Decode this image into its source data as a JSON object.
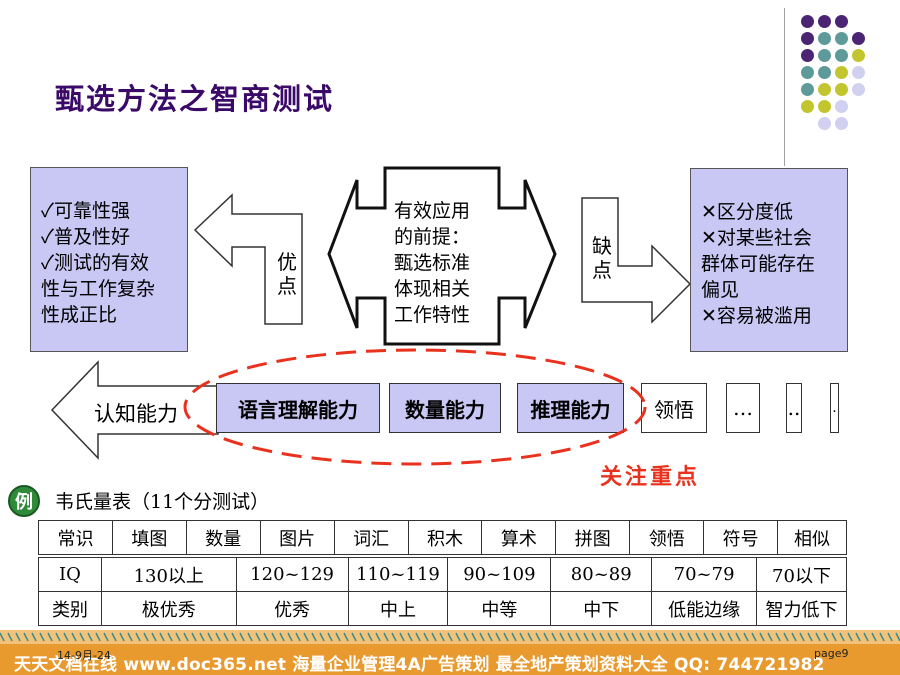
{
  "slide": {
    "title": "甄选方法之智商测试",
    "advantages": [
      "✓可靠性强",
      "✓普及性好",
      "✓测试的有效",
      "性与工作复杂",
      "性成正比"
    ],
    "advantages_arrow_label": "优\n点",
    "center_text": [
      "有效应用",
      "的前提：",
      "甄选标准",
      "体现相关",
      "工作特性"
    ],
    "disadvantages_arrow_label": "缺\n点",
    "disadvantages": [
      "✕区分度低",
      "✕对某些社会",
      "群体可能存在",
      "偏见",
      "✕容易被滥用"
    ],
    "cognitive_label": "认知能力",
    "skills": [
      "语言理解能力",
      "数量能力",
      "推理能力",
      "领悟",
      "…",
      "..",
      "."
    ],
    "focus_label": "关注重点",
    "example_icon_label": "例",
    "scale_title": "韦氏量表（11个分测试）",
    "subtests": [
      "常识",
      "填图",
      "数量",
      "图片",
      "词汇",
      "积木",
      "算术",
      "拼图",
      "领悟",
      "符号",
      "相似"
    ],
    "iq_row": [
      "IQ",
      "130以上",
      "120~129",
      "110~119",
      "90~109",
      "80~89",
      "70~79",
      "70以下"
    ],
    "category_row": [
      "类别",
      "极优秀",
      "优秀",
      "中上",
      "中等",
      "中下",
      "低能边缘",
      "智力低下"
    ]
  },
  "footer": {
    "banner": "天天文档在线  www.doc365.net 海量企业管理4A广告策划 最全地产策划资料大全  QQ: 744721982",
    "date": "14-9月-24",
    "page": "page9"
  },
  "colors": {
    "title": "#3b0a68",
    "box_fill": "#c9c7f3",
    "focus": "#e8321e",
    "footer": "#e89a2f",
    "dot_purple": "#4b2573",
    "dot_teal": "#5f9a9a",
    "dot_olive": "#c3c52e",
    "dot_lavender": "#d2d0f0"
  }
}
